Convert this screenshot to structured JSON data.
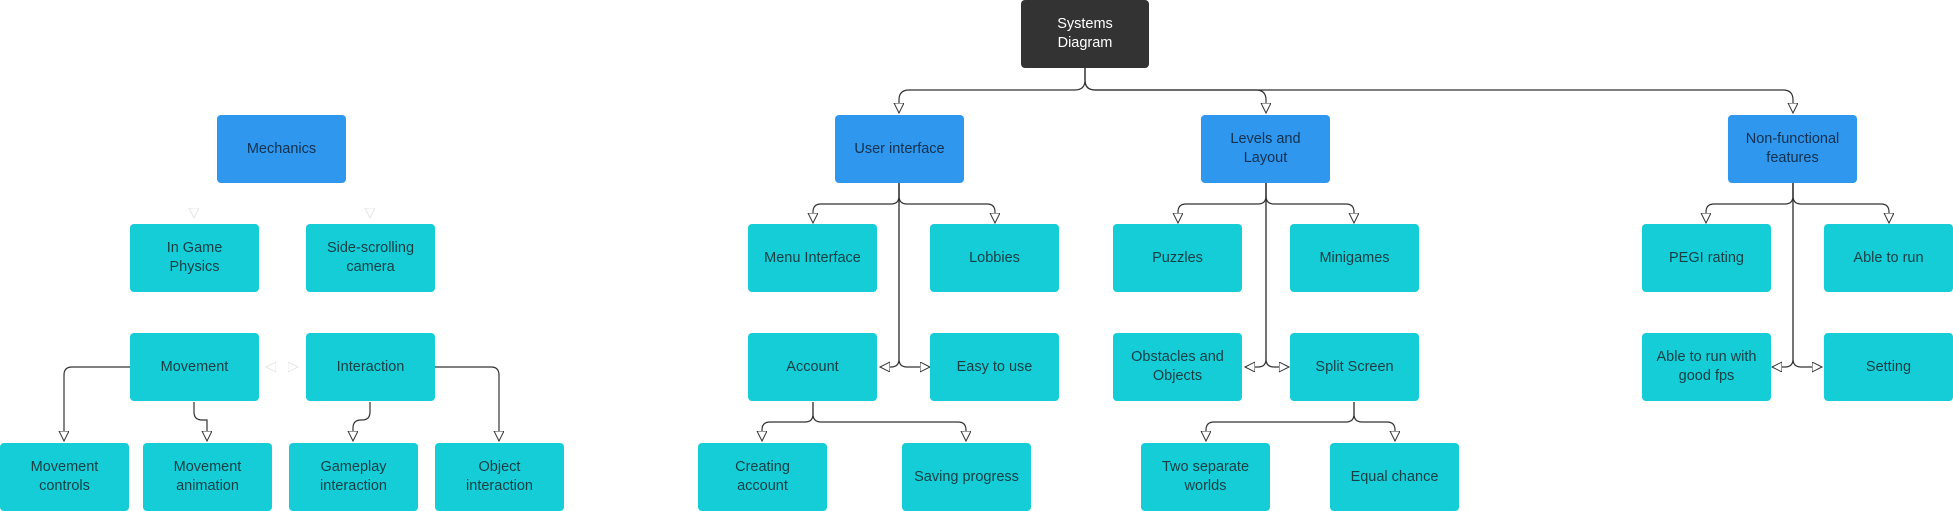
{
  "diagram": {
    "root": "Systems Diagram",
    "mechanics": {
      "title": "Mechanics",
      "in_game_physics": "In Game Physics",
      "side_scrolling_camera": "Side-scrolling camera",
      "movement": "Movement",
      "interaction": "Interaction",
      "movement_controls": "Movement controls",
      "movement_animation": "Movement animation",
      "gameplay_interaction": "Gameplay interaction",
      "object_interaction": "Object interaction"
    },
    "user_interface": {
      "title": "User interface",
      "menu_interface": "Menu Interface",
      "lobbies": "Lobbies",
      "account": "Account",
      "easy_to_use": "Easy to use",
      "creating_account": "Creating account",
      "saving_progress": "Saving progress"
    },
    "levels_layout": {
      "title": "Levels and Layout",
      "puzzles": "Puzzles",
      "minigames": "Minigames",
      "obstacles_objects": "Obstacles and Objects",
      "split_screen": "Split Screen",
      "two_separate_worlds": "Two separate worlds",
      "equal_chance": "Equal chance"
    },
    "non_functional": {
      "title": "Non-functional features",
      "pegi_rating": "PEGI rating",
      "able_to_run": "Able to run",
      "good_fps": "Able to run with good fps",
      "setting": "Setting"
    }
  }
}
